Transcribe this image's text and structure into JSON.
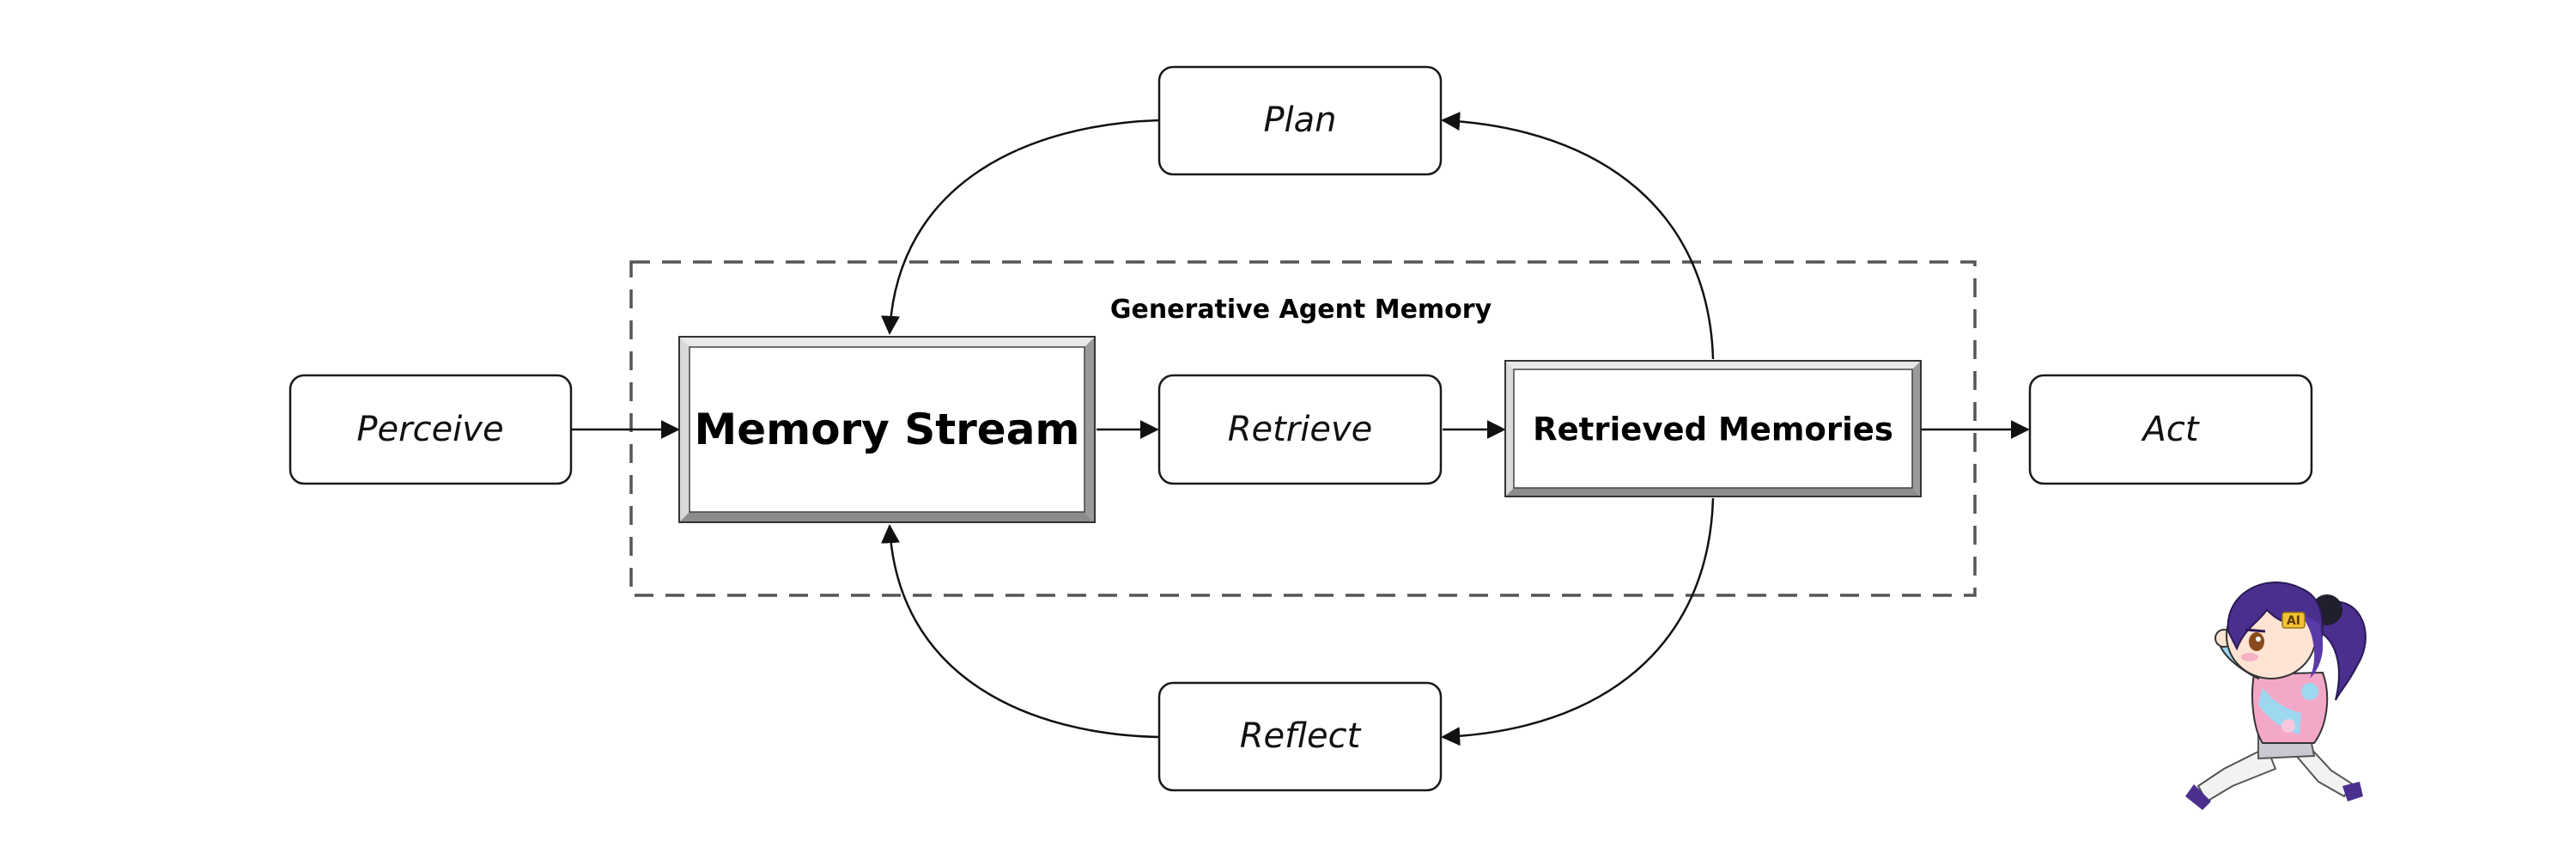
{
  "diagram": {
    "group_label": "Generative Agent Memory",
    "nodes": {
      "perceive": "Perceive",
      "memory_stream": "Memory Stream",
      "retrieve": "Retrieve",
      "retrieved_memories": "Retrieved Memories",
      "act": "Act",
      "plan": "Plan",
      "reflect": "Reflect"
    }
  },
  "colors": {
    "stroke": "#1a1a1a",
    "bevel_light": "#e6e6e6",
    "bevel_dark": "#8c8c8c",
    "mascot_hair": "#4b2f8f",
    "mascot_jacket_pink": "#f4a8c8",
    "mascot_jacket_blue": "#9ed8f0"
  },
  "mascot": {
    "icon": "chibi-girl-running-icon",
    "badge_text": "AI"
  }
}
